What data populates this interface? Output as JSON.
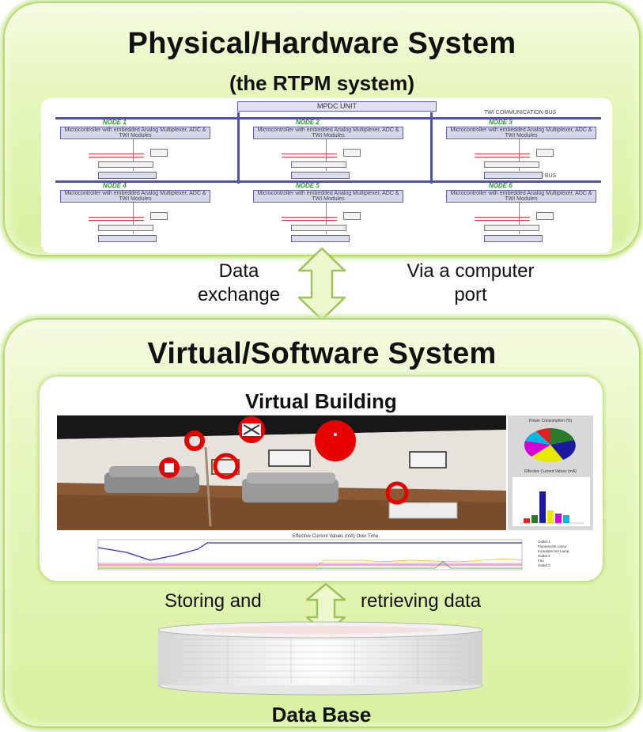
{
  "physical": {
    "title": "Physical/Hardware System",
    "subtitle": "(the RTPM system)",
    "schematic": {
      "mpdc_label": "MPDC UNIT",
      "bus_label": "TWI COMMUNICATION BUS",
      "mcu_label": "Microcontroller with embedded Analog Multiplexer, ADC & TWI Modules",
      "nodes": [
        "NODE 1",
        "NODE 2",
        "NODE 3",
        "NODE 4",
        "NODE 5",
        "NODE 6"
      ]
    }
  },
  "exchange": {
    "left_label": "Data\nexchange",
    "right_label": "Via a computer\nport"
  },
  "virtual": {
    "title": "Virtual/Software System",
    "building_title": "Virtual Building",
    "pie_title": "Power Consumption (%)",
    "bar_title": "Effective Current Values (mA)",
    "timeline_title": "Effective Current Values (mA) Over Time",
    "legend": [
      "Outlet 1",
      "Fluorescent Lamp",
      "Incandescent Lamp",
      "Outlet 2",
      "Fan",
      "Outlet 3"
    ]
  },
  "storage": {
    "left_label": "Storing and",
    "right_label": "retrieving data",
    "db_label": "Data Base"
  },
  "colors": {
    "panel_fill": "#e2f4b0",
    "panel_border": "#b7d873",
    "arrow_fill": "#eef8cf",
    "arrow_stroke": "#9fc25a",
    "bus": "#54549a"
  }
}
